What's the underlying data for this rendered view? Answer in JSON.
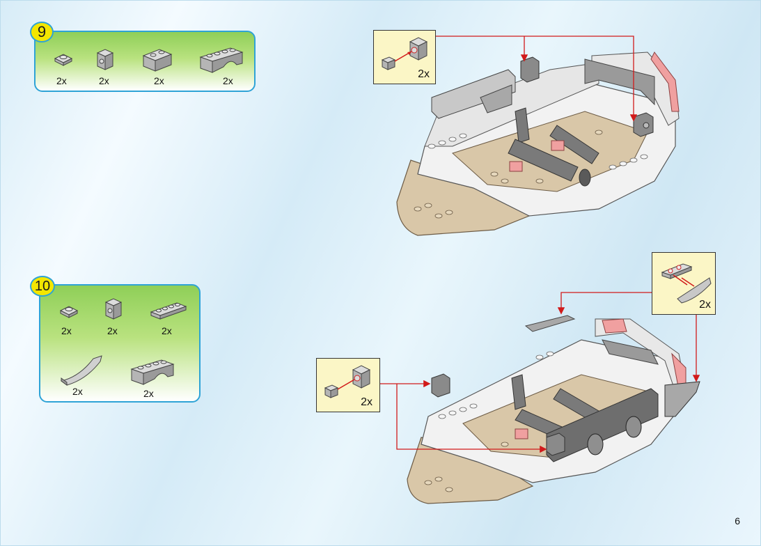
{
  "colors": {
    "parts_box_border": "#2ea3d6",
    "step_badge": "#f3e600",
    "callout_bg": "#fbf6c6",
    "arrow": "#d11a1a",
    "brick_gray": "#c8c8c8",
    "brick_dark_gray": "#8a8a8a",
    "brick_white": "#f4f4f4",
    "brick_tan": "#d9c7a8",
    "brick_pink": "#f0a0a0"
  },
  "steps": [
    {
      "number": "9",
      "parts": [
        {
          "icon": "plate-1x1-icon",
          "qty": "2x"
        },
        {
          "icon": "brick-1x1-side-stud-icon",
          "qty": "2x"
        },
        {
          "icon": "brick-1x2-icon",
          "qty": "2x"
        },
        {
          "icon": "brick-arch-1x4-icon",
          "qty": "2x"
        }
      ],
      "callouts": [
        {
          "qty": "2x",
          "icon": "side-stud-assembly-icon"
        }
      ]
    },
    {
      "number": "10",
      "parts": [
        {
          "icon": "plate-1x1-icon",
          "qty": "2x"
        },
        {
          "icon": "brick-1x1-side-stud-icon",
          "qty": "2x"
        },
        {
          "icon": "plate-1x4-icon",
          "qty": "2x"
        },
        {
          "icon": "curved-slope-icon",
          "qty": "2x"
        },
        {
          "icon": "brick-arch-1x4-icon",
          "qty": "2x"
        }
      ],
      "callouts": [
        {
          "qty": "2x",
          "icon": "curved-slope-assembly-icon"
        },
        {
          "qty": "2x",
          "icon": "side-stud-assembly-icon"
        }
      ]
    }
  ],
  "page_number": "6"
}
